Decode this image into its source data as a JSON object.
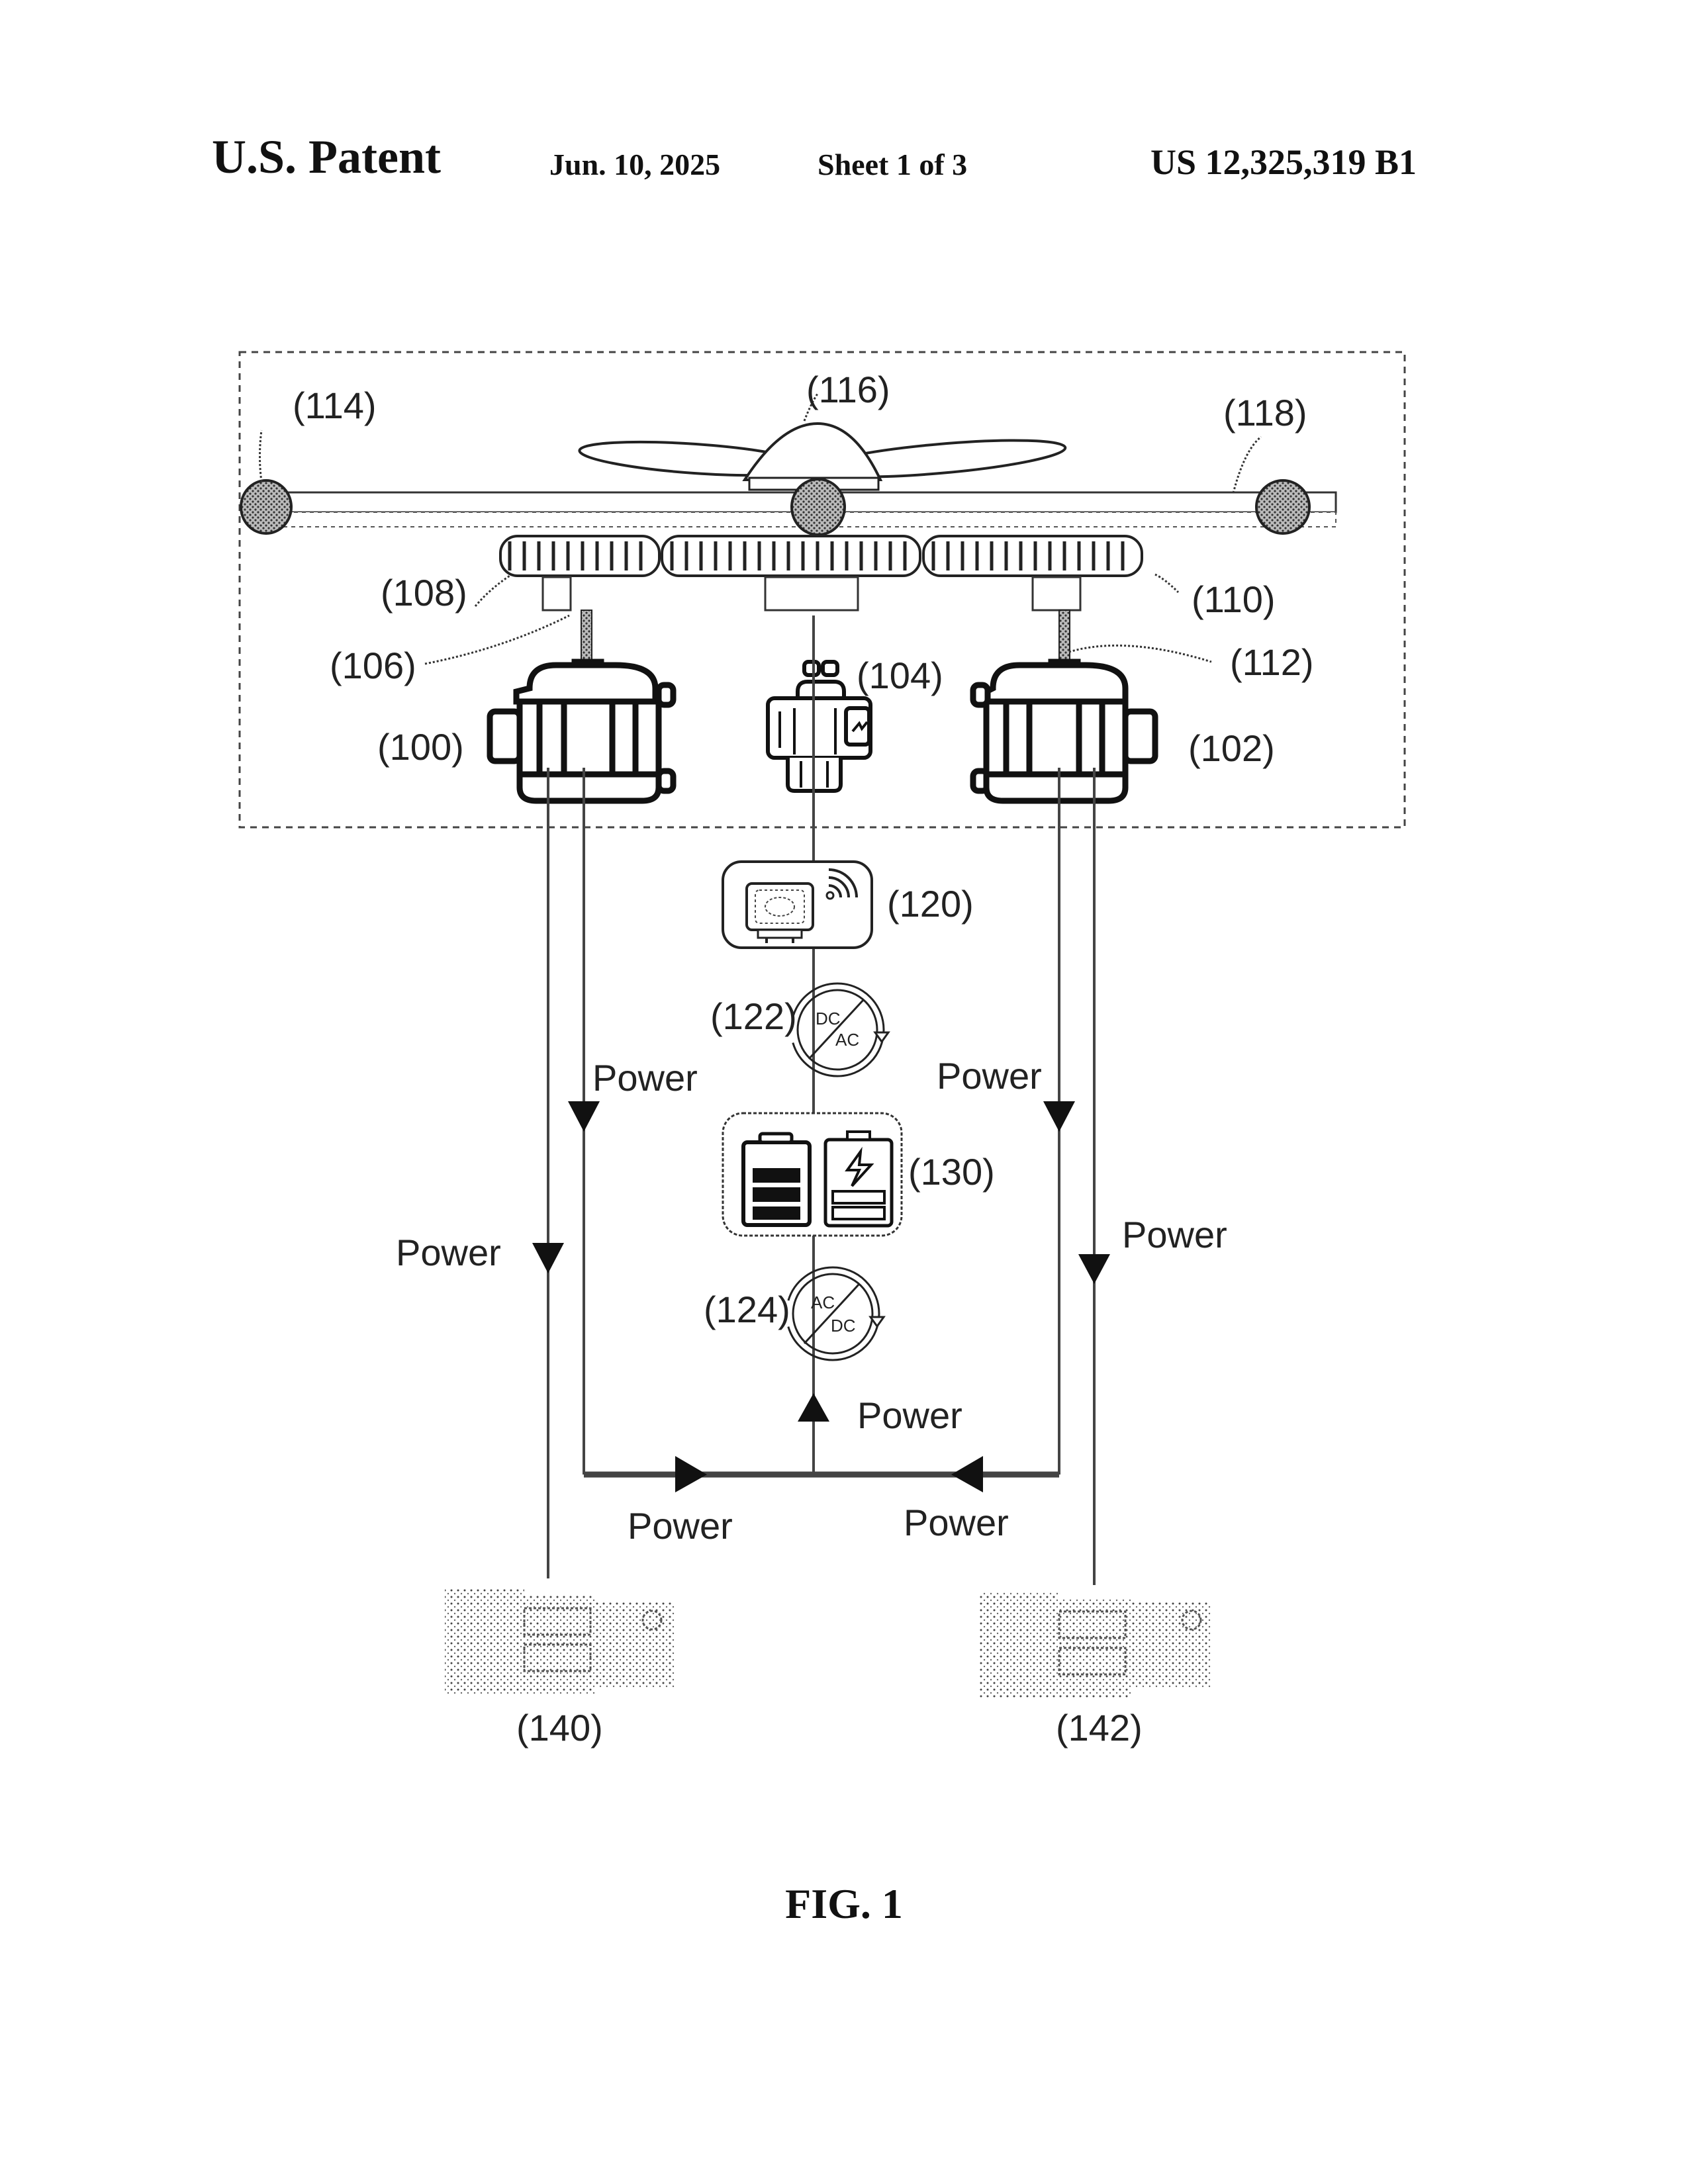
{
  "header": {
    "patent_label": "U.S. Patent",
    "date": "Jun. 10, 2025",
    "sheet": "Sheet 1 of 3",
    "patent_number": "US 12,325,319 B1"
  },
  "figure": {
    "caption": "FIG. 1",
    "reference_labels": {
      "motor_left": "(100)",
      "motor_right": "(102)",
      "generator_center": "(104)",
      "shaft_left": "(106)",
      "gear_left": "(108)",
      "gear_right": "(110)",
      "shaft_right": "(112)",
      "hub_left": "(114)",
      "propeller": "(116)",
      "axle_bar": "(118)",
      "controller": "(120)",
      "inverter_dc_ac": "(122)",
      "rectifier_ac_dc": "(124)",
      "battery_pack": "(130)",
      "wheel_motor_left": "(140)",
      "wheel_motor_right": "(142)"
    },
    "converter_122_text": {
      "top": "DC",
      "bottom": "AC"
    },
    "converter_124_text": {
      "top": "AC",
      "bottom": "DC"
    },
    "flow_labels": {
      "left_inner_down": "Power",
      "right_inner_down": "Power",
      "left_outer_down": "Power",
      "right_outer_down": "Power",
      "center_up": "Power",
      "bus_left_right": "Power",
      "bus_right_left": "Power"
    }
  }
}
